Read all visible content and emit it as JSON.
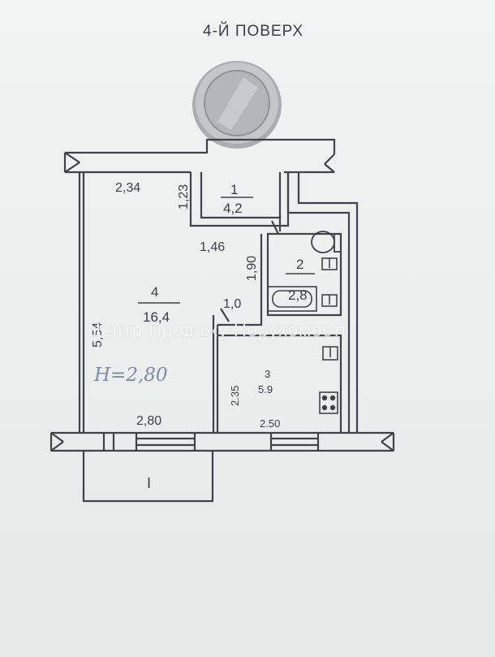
{
  "floor_label": "4-Й ПОВЕРХ",
  "watermark": "Центр Продажу Нерухомості",
  "height_note": "H=2,80",
  "rooms": [
    {
      "number": "1",
      "area": "4,2"
    },
    {
      "number": "2",
      "area": "2,8"
    },
    {
      "number": "3",
      "area": "5.9"
    },
    {
      "number": "4",
      "area": "16,4"
    }
  ],
  "dimensions": {
    "room4_width_top": "2,34",
    "corridor_height": "1,23",
    "corridor_lower_width": "1,46",
    "bath_height": "1,90",
    "door_width": "1,0",
    "room4_length": "5,54",
    "room4_width_bottom": "2,80",
    "kitchen_height": "2.35",
    "kitchen_width": "2.50"
  },
  "balcony_label": "I",
  "colors": {
    "ink": "#3a3e44",
    "pencil_note": "#7a8ea8",
    "paper": "#eef0f0",
    "coin_silver": "#b9bcbf"
  },
  "icons": [
    "coin-icon",
    "toilet-icon",
    "bathtub-icon",
    "sink-icon",
    "stove-icon"
  ]
}
